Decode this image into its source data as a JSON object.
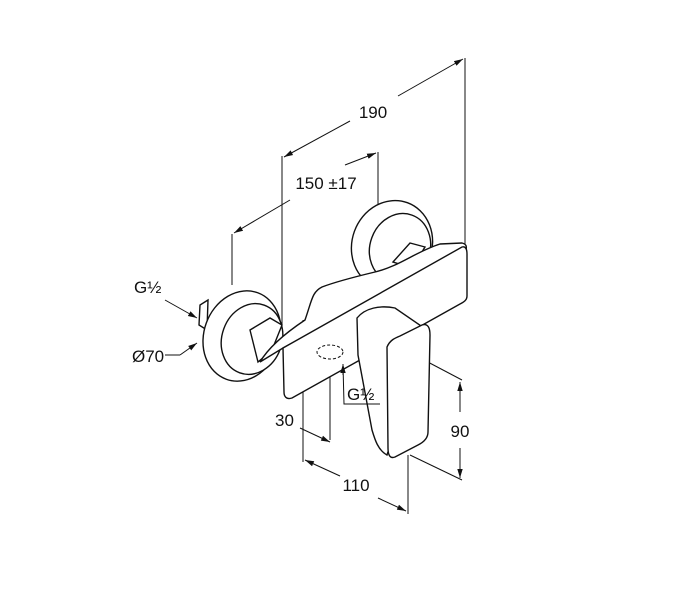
{
  "dimensions": {
    "overall_depth": "190",
    "connection_spacing": "150 ±17",
    "outlet_offset": "30",
    "lever_depth": "110",
    "lever_height": "90",
    "inlet_thread": "G½",
    "outlet_thread": "G½",
    "flange_diameter": "Ø70"
  }
}
